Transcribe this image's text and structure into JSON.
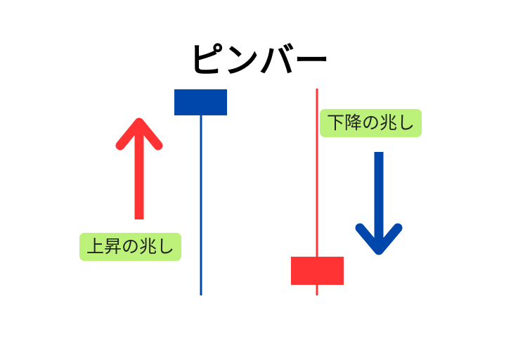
{
  "title": "ピンバー",
  "bullish": {
    "label": "上昇の兆し",
    "color": "#0047ab",
    "arrow_color": "#ff3333"
  },
  "bearish": {
    "label": "下降の兆し",
    "color": "#ff3333",
    "arrow_color": "#0047ab"
  },
  "label_background": "#bdf27a"
}
